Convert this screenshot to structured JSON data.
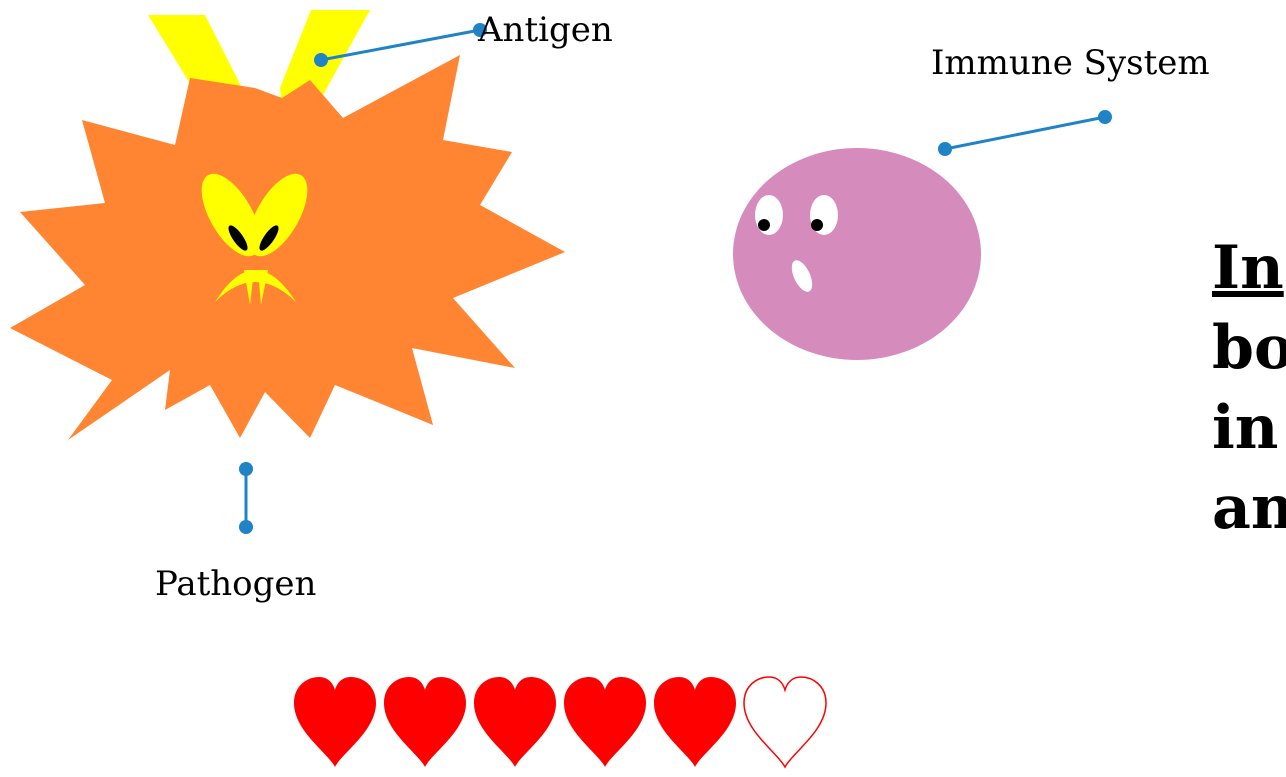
{
  "labels": {
    "antigen": "Antigen",
    "immune_system": "Immune System",
    "pathogen": "Pathogen"
  },
  "side_text": {
    "lines": [
      "In",
      "bo",
      "in",
      "an"
    ]
  },
  "hearts": {
    "filled": 5,
    "total": 6
  },
  "colors": {
    "pathogen_body": "#ff8533",
    "antigen": "#ffff00",
    "immune_cell": "#d68bbd",
    "callout_line": "#1f83c6",
    "heart": "#ff0000"
  }
}
